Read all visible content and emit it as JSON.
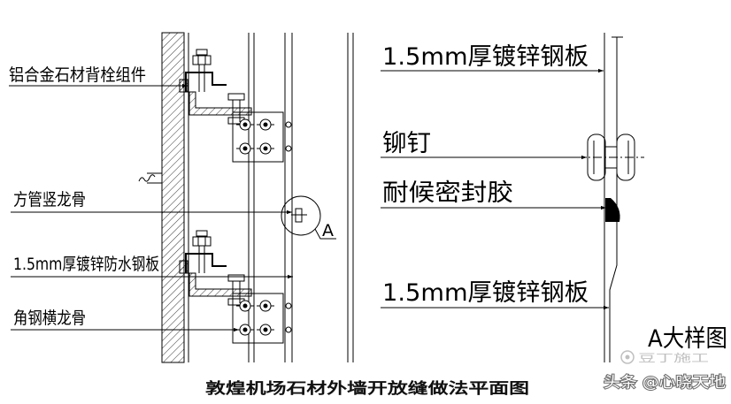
{
  "diagram": {
    "caption": "敦煌机场石材外墙开放缝做法平面图",
    "plan_labels": {
      "bolt_assembly": "铝合金石材背栓组件",
      "vertical_keel": "方管竖龙骨",
      "waterproof_plate": "1.5mm厚镀锌防水钢板",
      "horizontal_keel": "角钢横龙骨"
    },
    "detail_marker": "A",
    "detail": {
      "title": "A大样图",
      "plate_upper": "1.5mm厚镀锌钢板",
      "rivet": "铆钉",
      "sealant": "耐候密封胶",
      "plate_lower": "1.5mm厚镀锌钢板"
    }
  },
  "watermark": {
    "logo_text": "豆丁施工",
    "source": "头条 @心晓天地"
  },
  "colors": {
    "ink": "#000000",
    "background": "#ffffff",
    "watermark_outline": "#6b6b6b"
  }
}
